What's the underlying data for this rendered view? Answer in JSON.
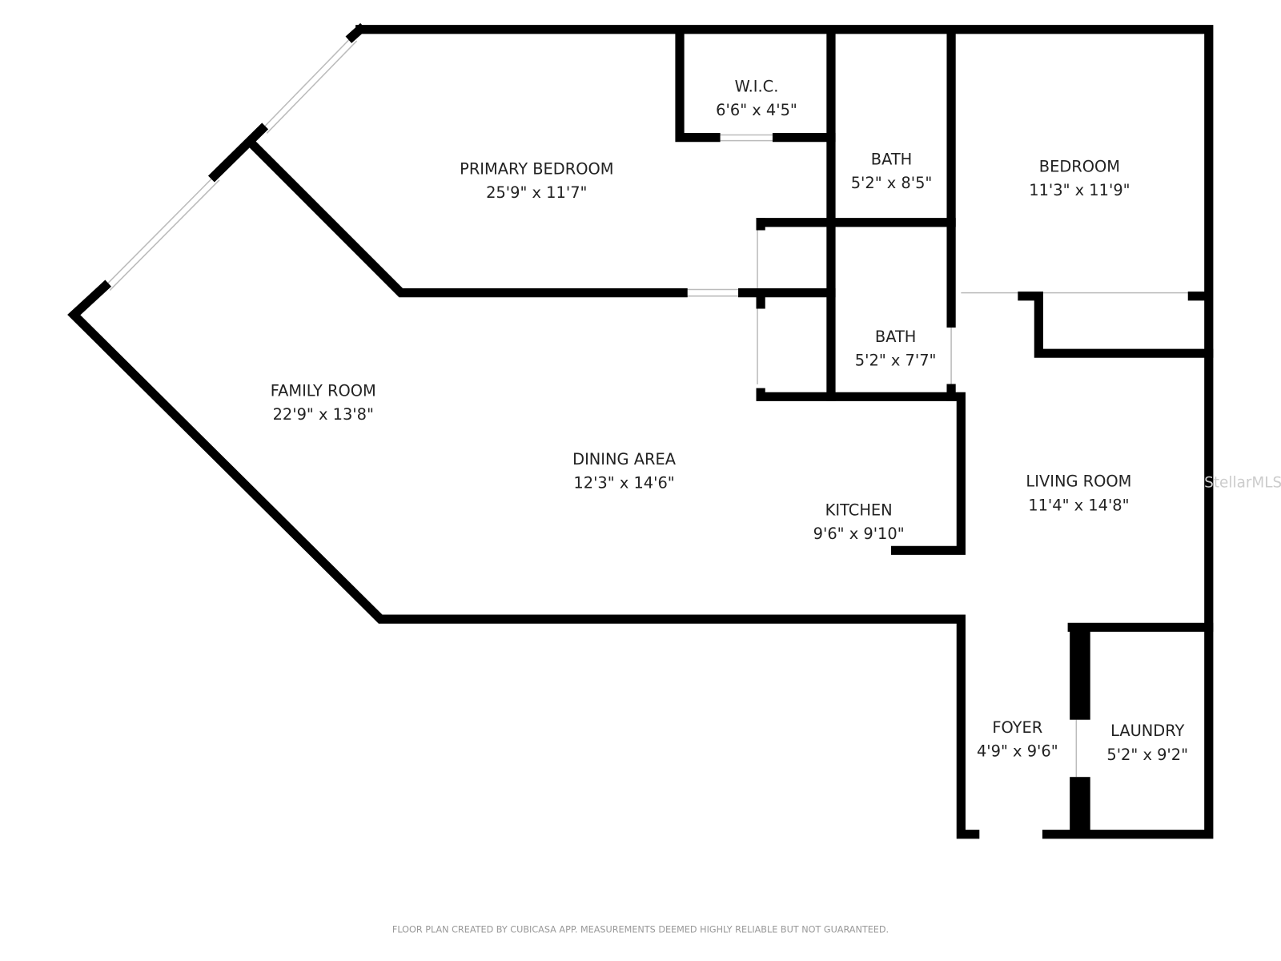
{
  "rooms": [
    {
      "name": "W.I.C.",
      "dims": "6'6\" x 4'5\""
    },
    {
      "name": "PRIMARY BEDROOM",
      "dims": "25'9\" x 11'7\""
    },
    {
      "name": "BATH",
      "dims": "5'2\" x 8'5\""
    },
    {
      "name": "BEDROOM",
      "dims": "11'3\" x 11'9\""
    },
    {
      "name": "BATH",
      "dims": "5'2\" x 7'7\""
    },
    {
      "name": "FAMILY ROOM",
      "dims": "22'9\" x 13'8\""
    },
    {
      "name": "DINING AREA",
      "dims": "12'3\" x 14'6\""
    },
    {
      "name": "KITCHEN",
      "dims": "9'6\" x 9'10\""
    },
    {
      "name": "LIVING ROOM",
      "dims": "11'4\" x 14'8\""
    },
    {
      "name": "FOYER",
      "dims": "4'9\" x 9'6\""
    },
    {
      "name": "LAUNDRY",
      "dims": "5'2\" x 9'2\""
    }
  ],
  "watermark": "StellarMLS",
  "footer": "FLOOR PLAN CREATED BY CUBICASA APP. MEASUREMENTS DEEMED HIGHLY RELIABLE BUT NOT GUARANTEED."
}
